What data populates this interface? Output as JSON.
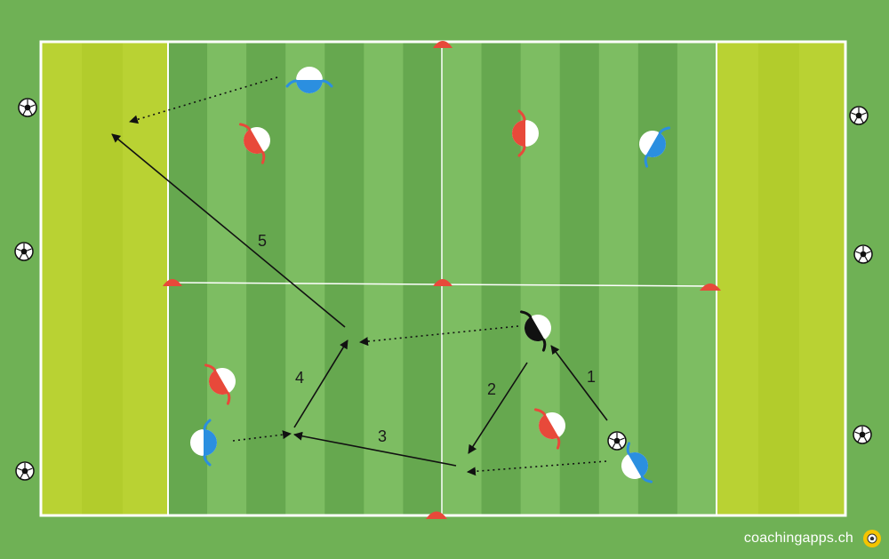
{
  "drill": {
    "arrow_labels": [
      "1",
      "2",
      "3",
      "4",
      "5"
    ],
    "players": [
      {
        "team": "blue",
        "id": "p1"
      },
      {
        "team": "red",
        "id": "p2"
      },
      {
        "team": "red",
        "id": "p3"
      },
      {
        "team": "blue",
        "id": "p4"
      },
      {
        "team": "black",
        "id": "p5"
      },
      {
        "team": "red",
        "id": "p6"
      },
      {
        "team": "blue",
        "id": "p7"
      },
      {
        "team": "red",
        "id": "p8"
      },
      {
        "team": "blue",
        "id": "p9"
      }
    ],
    "colors": {
      "grass": "#6fb155",
      "stripe_dark": "#66a84f",
      "stripe_light": "#7dbd62",
      "end_zone": "#b9d233",
      "red_team": "#e8493a",
      "blue_team": "#2b8fe0",
      "black_team": "#111111",
      "cone": "#e8493a",
      "line": "#ffffff"
    },
    "icons": [
      "soccer-ball-icon",
      "cone-icon",
      "player-icon",
      "arrow-icon",
      "coachingapps-logo-icon"
    ]
  },
  "branding": {
    "text": "coachingapps.ch"
  }
}
